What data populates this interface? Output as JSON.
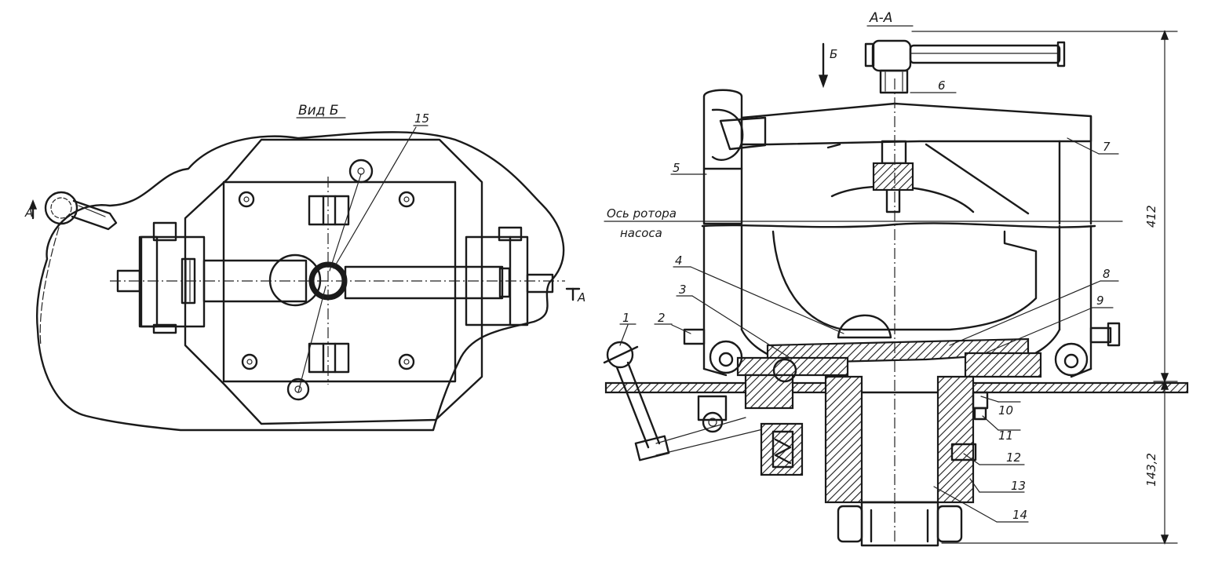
{
  "left_view": {
    "title": "Вид Б",
    "callout_15": "15",
    "section_mark_left": "А",
    "section_mark_right": "А"
  },
  "right_view": {
    "title": "А-А",
    "view_arrow": "Б",
    "axis_line1": "Ось ротора",
    "axis_line2": "насоса",
    "callouts": [
      "1",
      "2",
      "3",
      "4",
      "5",
      "6",
      "7",
      "8",
      "9",
      "10",
      "11",
      "12",
      "13",
      "14"
    ],
    "dim_top": "412",
    "dim_bottom": "143,2"
  }
}
